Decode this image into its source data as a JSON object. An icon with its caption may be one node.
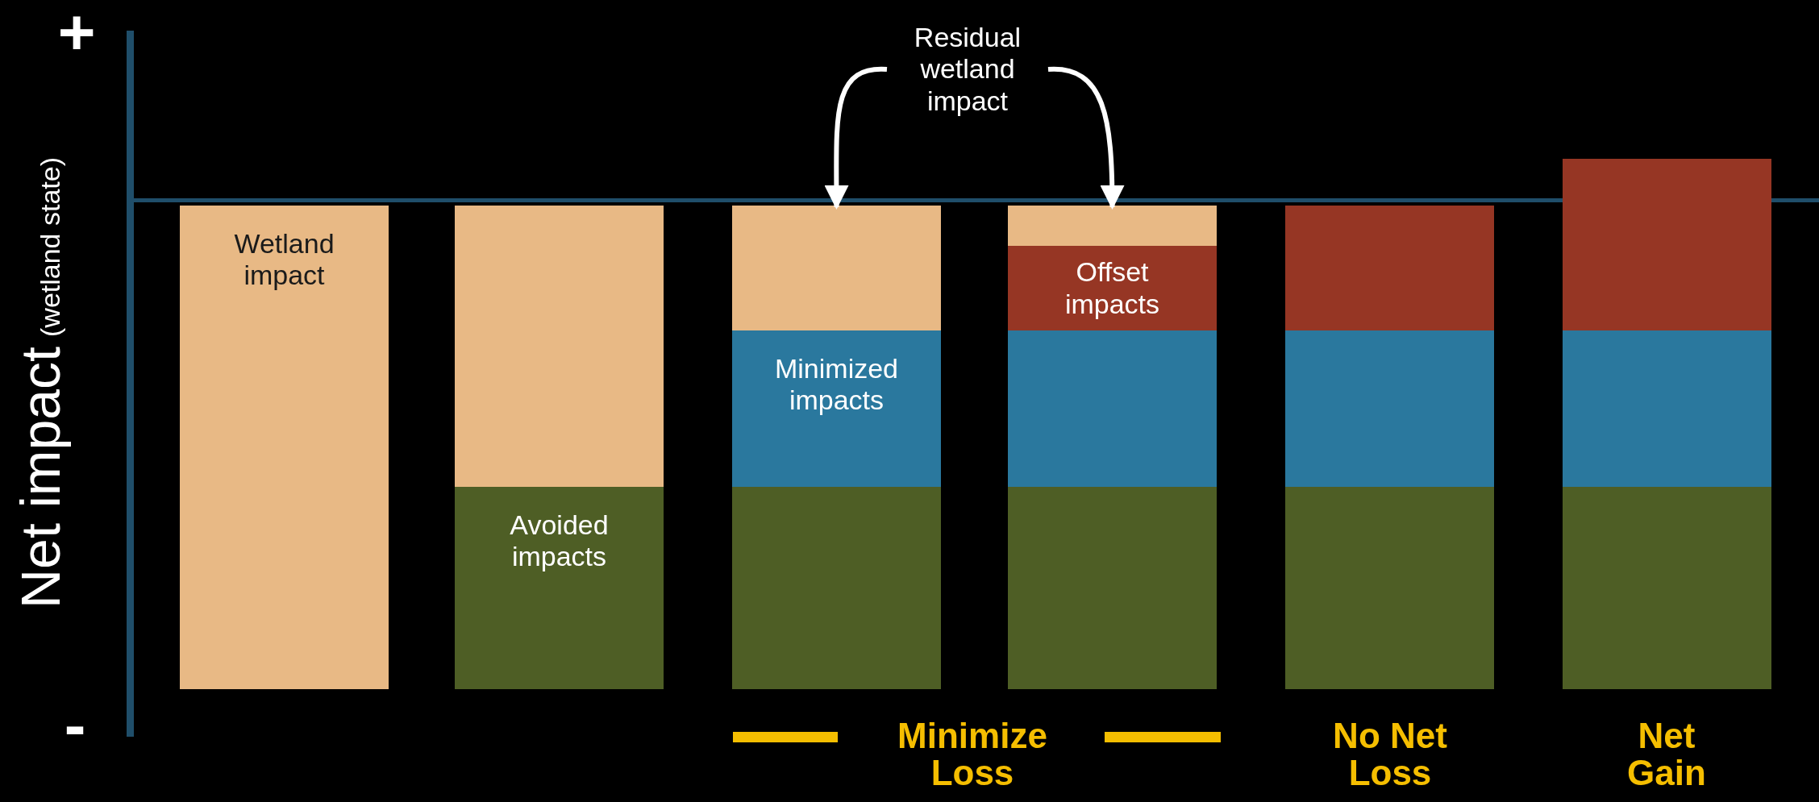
{
  "diagram": {
    "nodes": [
      {
        "text": [
          "Residual wetland impact"
        ]
      },
      {
        "text": [
          "Wetland impact"
        ]
      },
      {
        "text": [],
        "shape": "bar"
      },
      {
        "text": [
          "Avoided impacts"
        ]
      },
      {
        "text": [],
        "shape": "bar"
      },
      {
        "text": [
          "Minimized impacts"
        ]
      },
      {
        "text": [],
        "shape": "bar"
      },
      {
        "text": [],
        "shape": "bar"
      },
      {
        "text": [
          "Offset impacts"
        ]
      },
      {
        "text": [],
        "shape": "bar"
      },
      {
        "text": [],
        "shape": "bar"
      },
      {
        "text": [],
        "shape": "bar"
      },
      {
        "text": [],
        "shape": "bar"
      },
      {
        "text": [],
        "shape": "bar"
      },
      {
        "text": [],
        "shape": "bar"
      },
      {
        "text": [],
        "shape": "bar"
      },
      {
        "text": [],
        "shape": "bar"
      }
    ],
    "edges": [
      {
        "from": 0,
        "to": 4,
        "arrow": "to"
      },
      {
        "from": 0,
        "to": 7,
        "arrow": "to"
      }
    ],
    "labels": [
      "+",
      "-",
      "Net impact",
      "(wetland state)",
      "Minimize Loss",
      "No Net Loss",
      "Net Gain"
    ]
  }
}
